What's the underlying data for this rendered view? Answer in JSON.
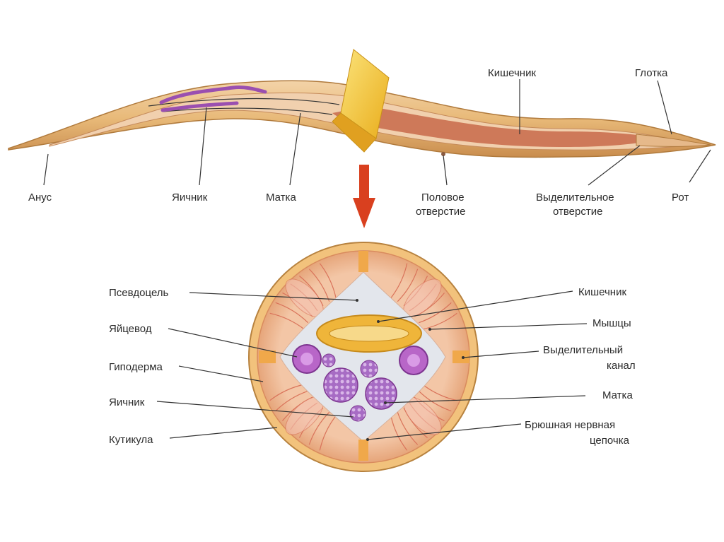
{
  "worm_labels": {
    "anus": "Анус",
    "ovary": "Яичник",
    "uterus": "Матка",
    "genital_pore_1": "Половое",
    "genital_pore_2": "отверстие",
    "excretory_pore_1": "Выделительное",
    "excretory_pore_2": "отверстие",
    "mouth": "Рот",
    "intestine": "Кишечник",
    "pharynx": "Глотка"
  },
  "section_labels": {
    "pseudocoel": "Псевдоцель",
    "oviduct": "Яйцевод",
    "hypodermis": "Гиподерма",
    "ovary": "Яичник",
    "cuticle": "Кутикула",
    "intestine": "Кишечник",
    "muscles": "Мышцы",
    "excretory_canal_1": "Выделительный",
    "excretory_canal_2": "канал",
    "uterus": "Матка",
    "nerve_cord_1": "Брюшная нервная",
    "nerve_cord_2": "цепочка"
  },
  "colors": {
    "body_outer": "#e8b978",
    "body_inner": "#efc9a0",
    "intestine": "#c86a4a",
    "ovary": "#9a4fb0",
    "ring": "#f5c93a",
    "arrow": "#d9401f",
    "muscle": "#f2b8a8",
    "pseudocoel": "#dfe3ea"
  }
}
